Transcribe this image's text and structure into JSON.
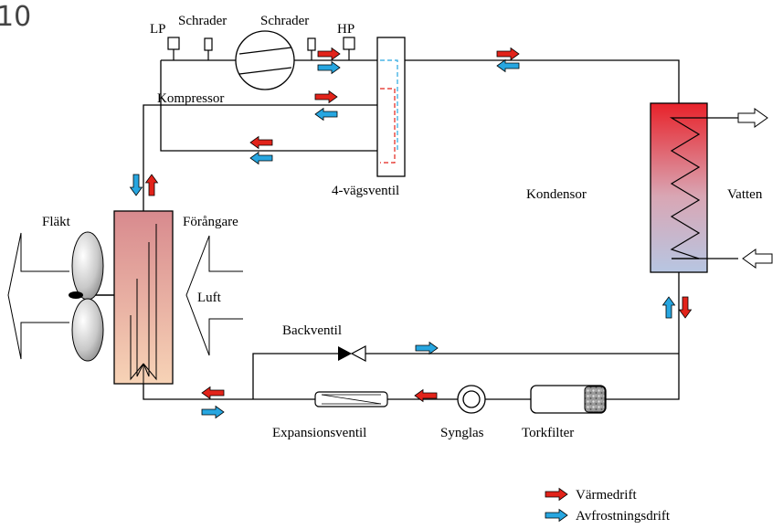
{
  "corner_number": "10",
  "labels": {
    "lp": "LP",
    "schrader_left": "Schrader",
    "schrader_right": "Schrader",
    "hp": "HP",
    "kompressor": "Kompressor",
    "fyrvagsventil": "4-vägsventil",
    "kondensor": "Kondensor",
    "vatten": "Vatten",
    "flakt": "Fläkt",
    "forangare": "Förångare",
    "luft": "Luft",
    "backventil": "Backventil",
    "expansionsventil": "Expansionsventil",
    "synglas": "Synglas",
    "torkfilter": "Torkfilter"
  },
  "legend": {
    "heating_label": "Värmedrift",
    "defrost_label": "Avfrostningsdrift",
    "heating_color": "#e2231a",
    "defrost_color": "#27a6e0"
  }
}
